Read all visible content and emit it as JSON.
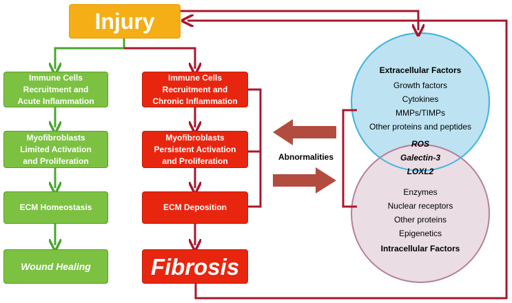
{
  "injury": {
    "label": "Injury"
  },
  "left_column": {
    "box1": {
      "line1": "Immune Cells",
      "line2": "Recruitment and",
      "line3": "Acute Inflammation"
    },
    "box2": {
      "line1": "Myofibroblasts",
      "line2": "Limited Activation",
      "line3": "and Proliferation"
    },
    "box3": {
      "label": "ECM Homeostasis"
    },
    "box4": {
      "label": "Wound Healing"
    }
  },
  "middle_column": {
    "box1": {
      "line1": "Immune Cells",
      "line2": "Recruitment and",
      "line3": "Chronic Inflammation"
    },
    "box2": {
      "line1": "Myofibroblasts",
      "line2": "Persistent Activation",
      "line3": "and Proliferation"
    },
    "box3": {
      "label": "ECM Deposition"
    },
    "box4": {
      "label": "Fibrosis"
    }
  },
  "abnormalities": {
    "label": "Abnormalities"
  },
  "extracellular": {
    "title": "Extracellular Factors",
    "items": [
      "Growth factors",
      "Cytokines",
      "MMPs/TIMPs",
      "Other proteins and peptides"
    ]
  },
  "shared": {
    "items": [
      "ROS",
      "Galectin-3",
      "LOXL2"
    ]
  },
  "intracellular": {
    "items": [
      "Enzymes",
      "Nuclear receptors",
      "Other proteins",
      "Epigenetics"
    ],
    "title": "Intracellular Factors"
  },
  "colors": {
    "green": "#7cc142",
    "red": "#e8260f",
    "orange": "#f5ae15",
    "arrow_green": "#4aa52e",
    "arrow_red": "#a8172d",
    "circle_blue": "#bde3f2",
    "circle_pink": "#eadde4"
  }
}
